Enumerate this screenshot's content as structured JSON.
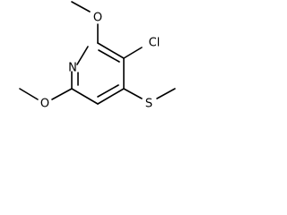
{
  "molecule": {
    "atoms": {
      "ring_nitrogen": "N",
      "chlorine": "Cl",
      "sulfur": "S",
      "oxygen_top": "O",
      "oxygen_bottom": "O"
    }
  },
  "colors": {
    "bond": "#000000",
    "label": "#000000",
    "background": "#ffffff"
  }
}
